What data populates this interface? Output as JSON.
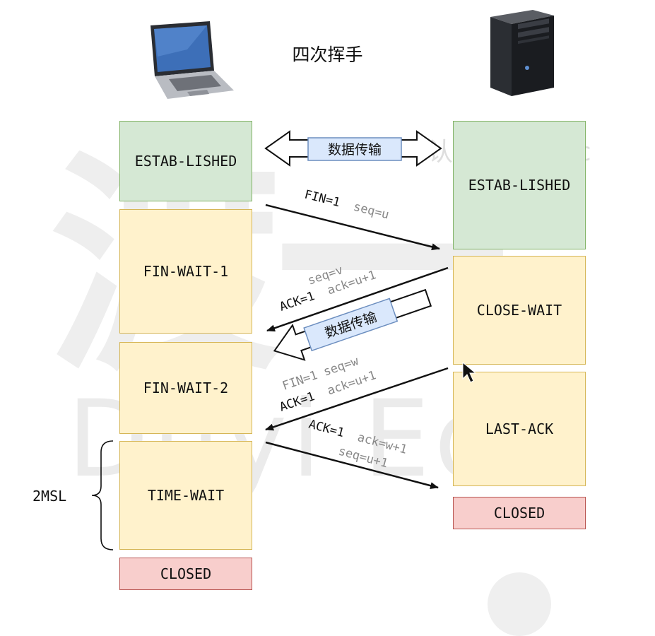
{
  "title": "四次挥手",
  "watermark": {
    "big": "渡一",
    "english": "Duyi Edu",
    "text": "认准: leaaiv.c"
  },
  "client": {
    "states": [
      "ESTAB-LISHED",
      "FIN-WAIT-1",
      "FIN-WAIT-2",
      "TIME-WAIT",
      "CLOSED"
    ]
  },
  "server": {
    "states": [
      "ESTAB-LISHED",
      "CLOSE-WAIT",
      "LAST-ACK",
      "CLOSED"
    ]
  },
  "data_transfer_label": "数据传输",
  "data_transfer_label_2": "数据传输",
  "brace_label": "2MSL",
  "messages": {
    "m1": {
      "main": "FIN=1",
      "secondary": "seq=u"
    },
    "m2": {
      "line1": "seq=v",
      "line2_main": "ACK=1",
      "line2_secondary": "ack=u+1"
    },
    "m3": {
      "line1": "FIN=1 seq=w",
      "line2_main": "ACK=1",
      "line2_secondary": "ack=u+1"
    },
    "m4": {
      "line1_main": "ACK=1",
      "line1_secondary": "ack=w+1",
      "line2": "seq=u+1"
    }
  },
  "colors": {
    "established": "#d5e8d4",
    "waiting": "#fff2cc",
    "closed": "#f8cecc",
    "data_label": "#dae8fc"
  },
  "icons": [
    "laptop-icon",
    "server-tower-icon"
  ]
}
